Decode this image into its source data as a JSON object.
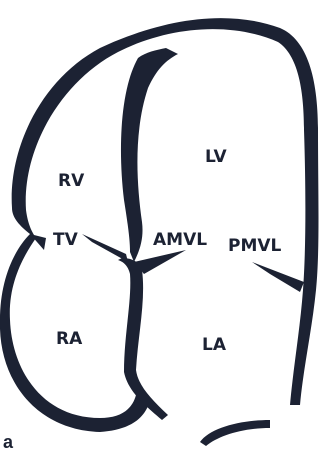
{
  "labels": {
    "rv": "RV",
    "lv": "LV",
    "tv": "TV",
    "amvl": "AMVL",
    "pmvl": "PMVL",
    "ra": "RA",
    "la": "LA"
  },
  "panel_letter": "a",
  "colors": {
    "wall": "#1c2233",
    "background": "#ffffff"
  }
}
